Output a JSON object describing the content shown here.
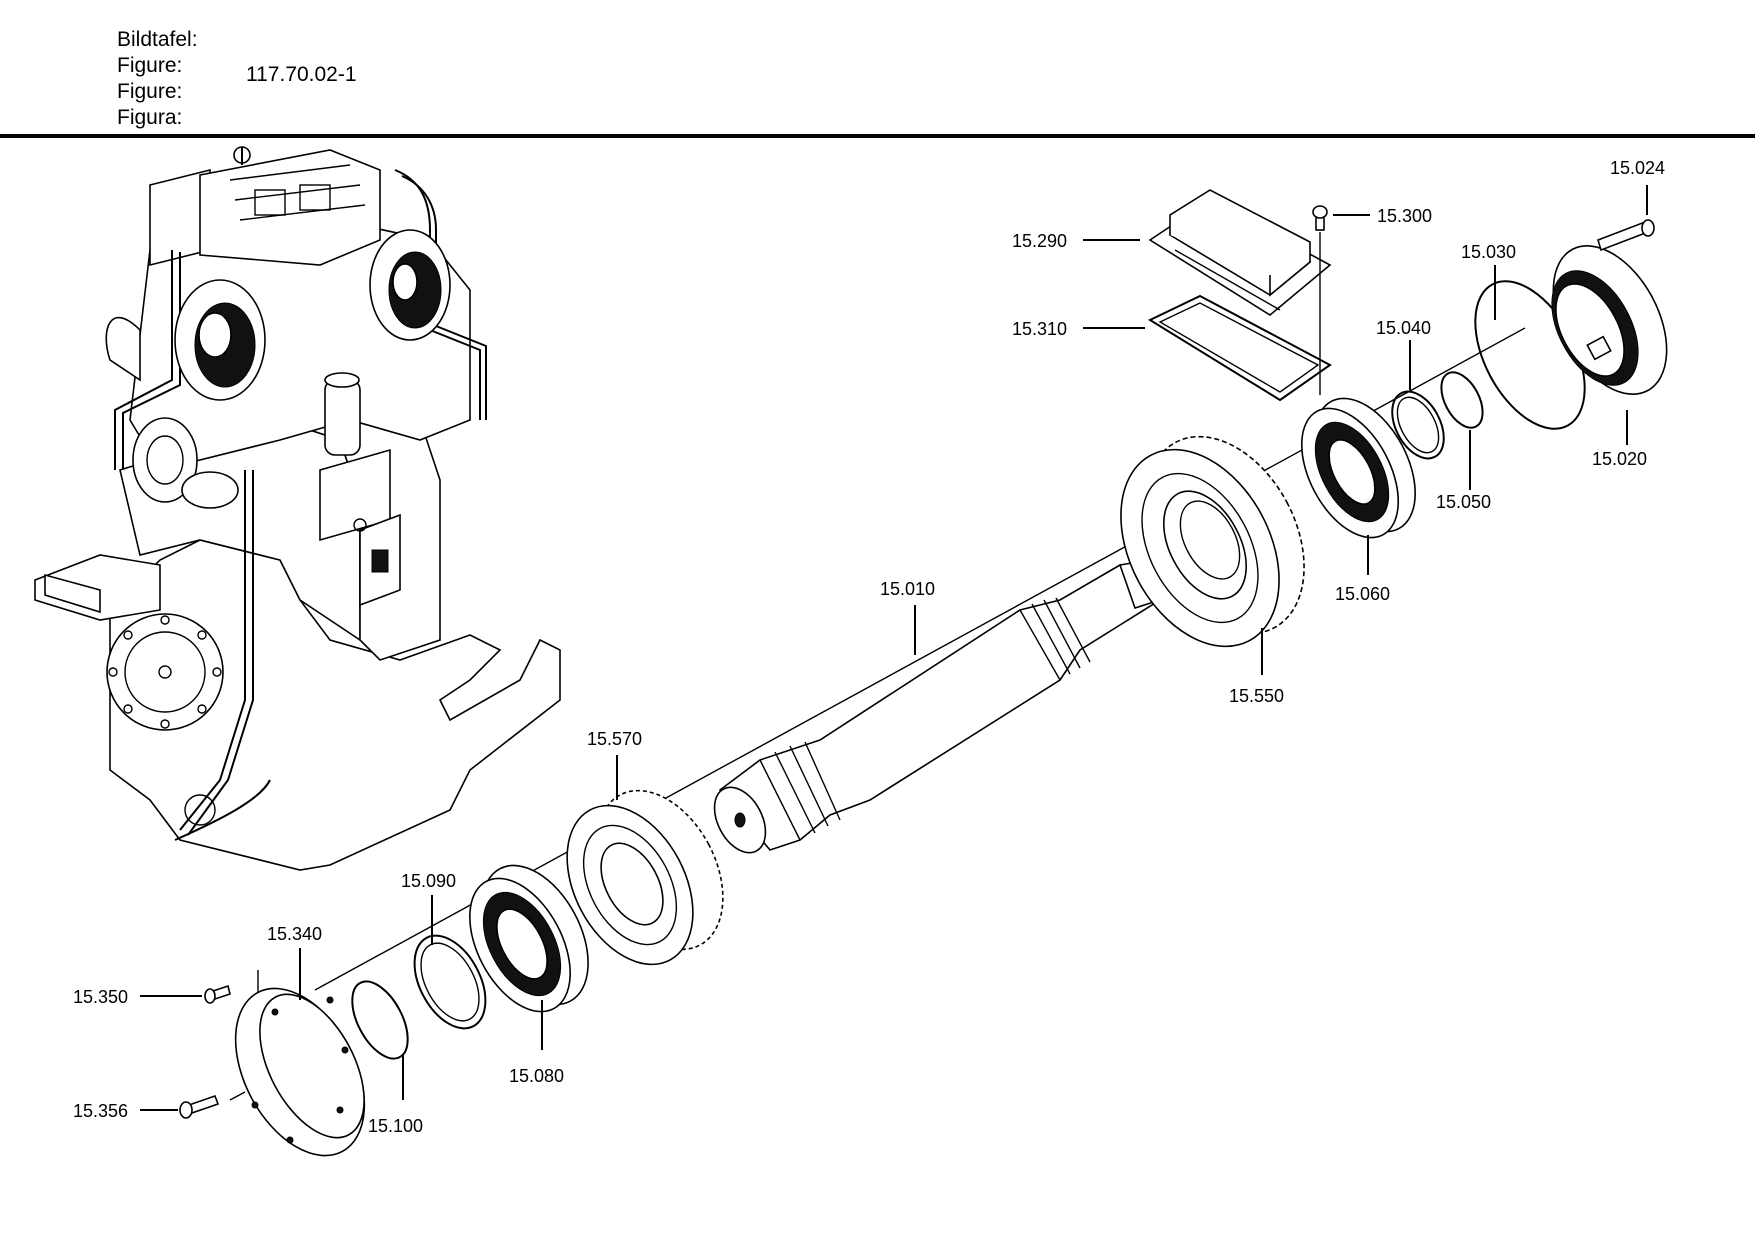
{
  "header": {
    "labels": [
      "Bildtafel:",
      "Figure:",
      "Figure:",
      "Figura:"
    ],
    "figure_number": "117.70.02-1"
  },
  "parts": {
    "p15024": "15.024",
    "p15300": "15.300",
    "p15290": "15.290",
    "p15030": "15.030",
    "p15310": "15.310",
    "p15040": "15.040",
    "p15020": "15.020",
    "p15050": "15.050",
    "p15060": "15.060",
    "p15010": "15.010",
    "p15550": "15.550",
    "p15570": "15.570",
    "p15090": "15.090",
    "p15340": "15.340",
    "p15350": "15.350",
    "p15356": "15.356",
    "p15100": "15.100",
    "p15080": "15.080"
  }
}
